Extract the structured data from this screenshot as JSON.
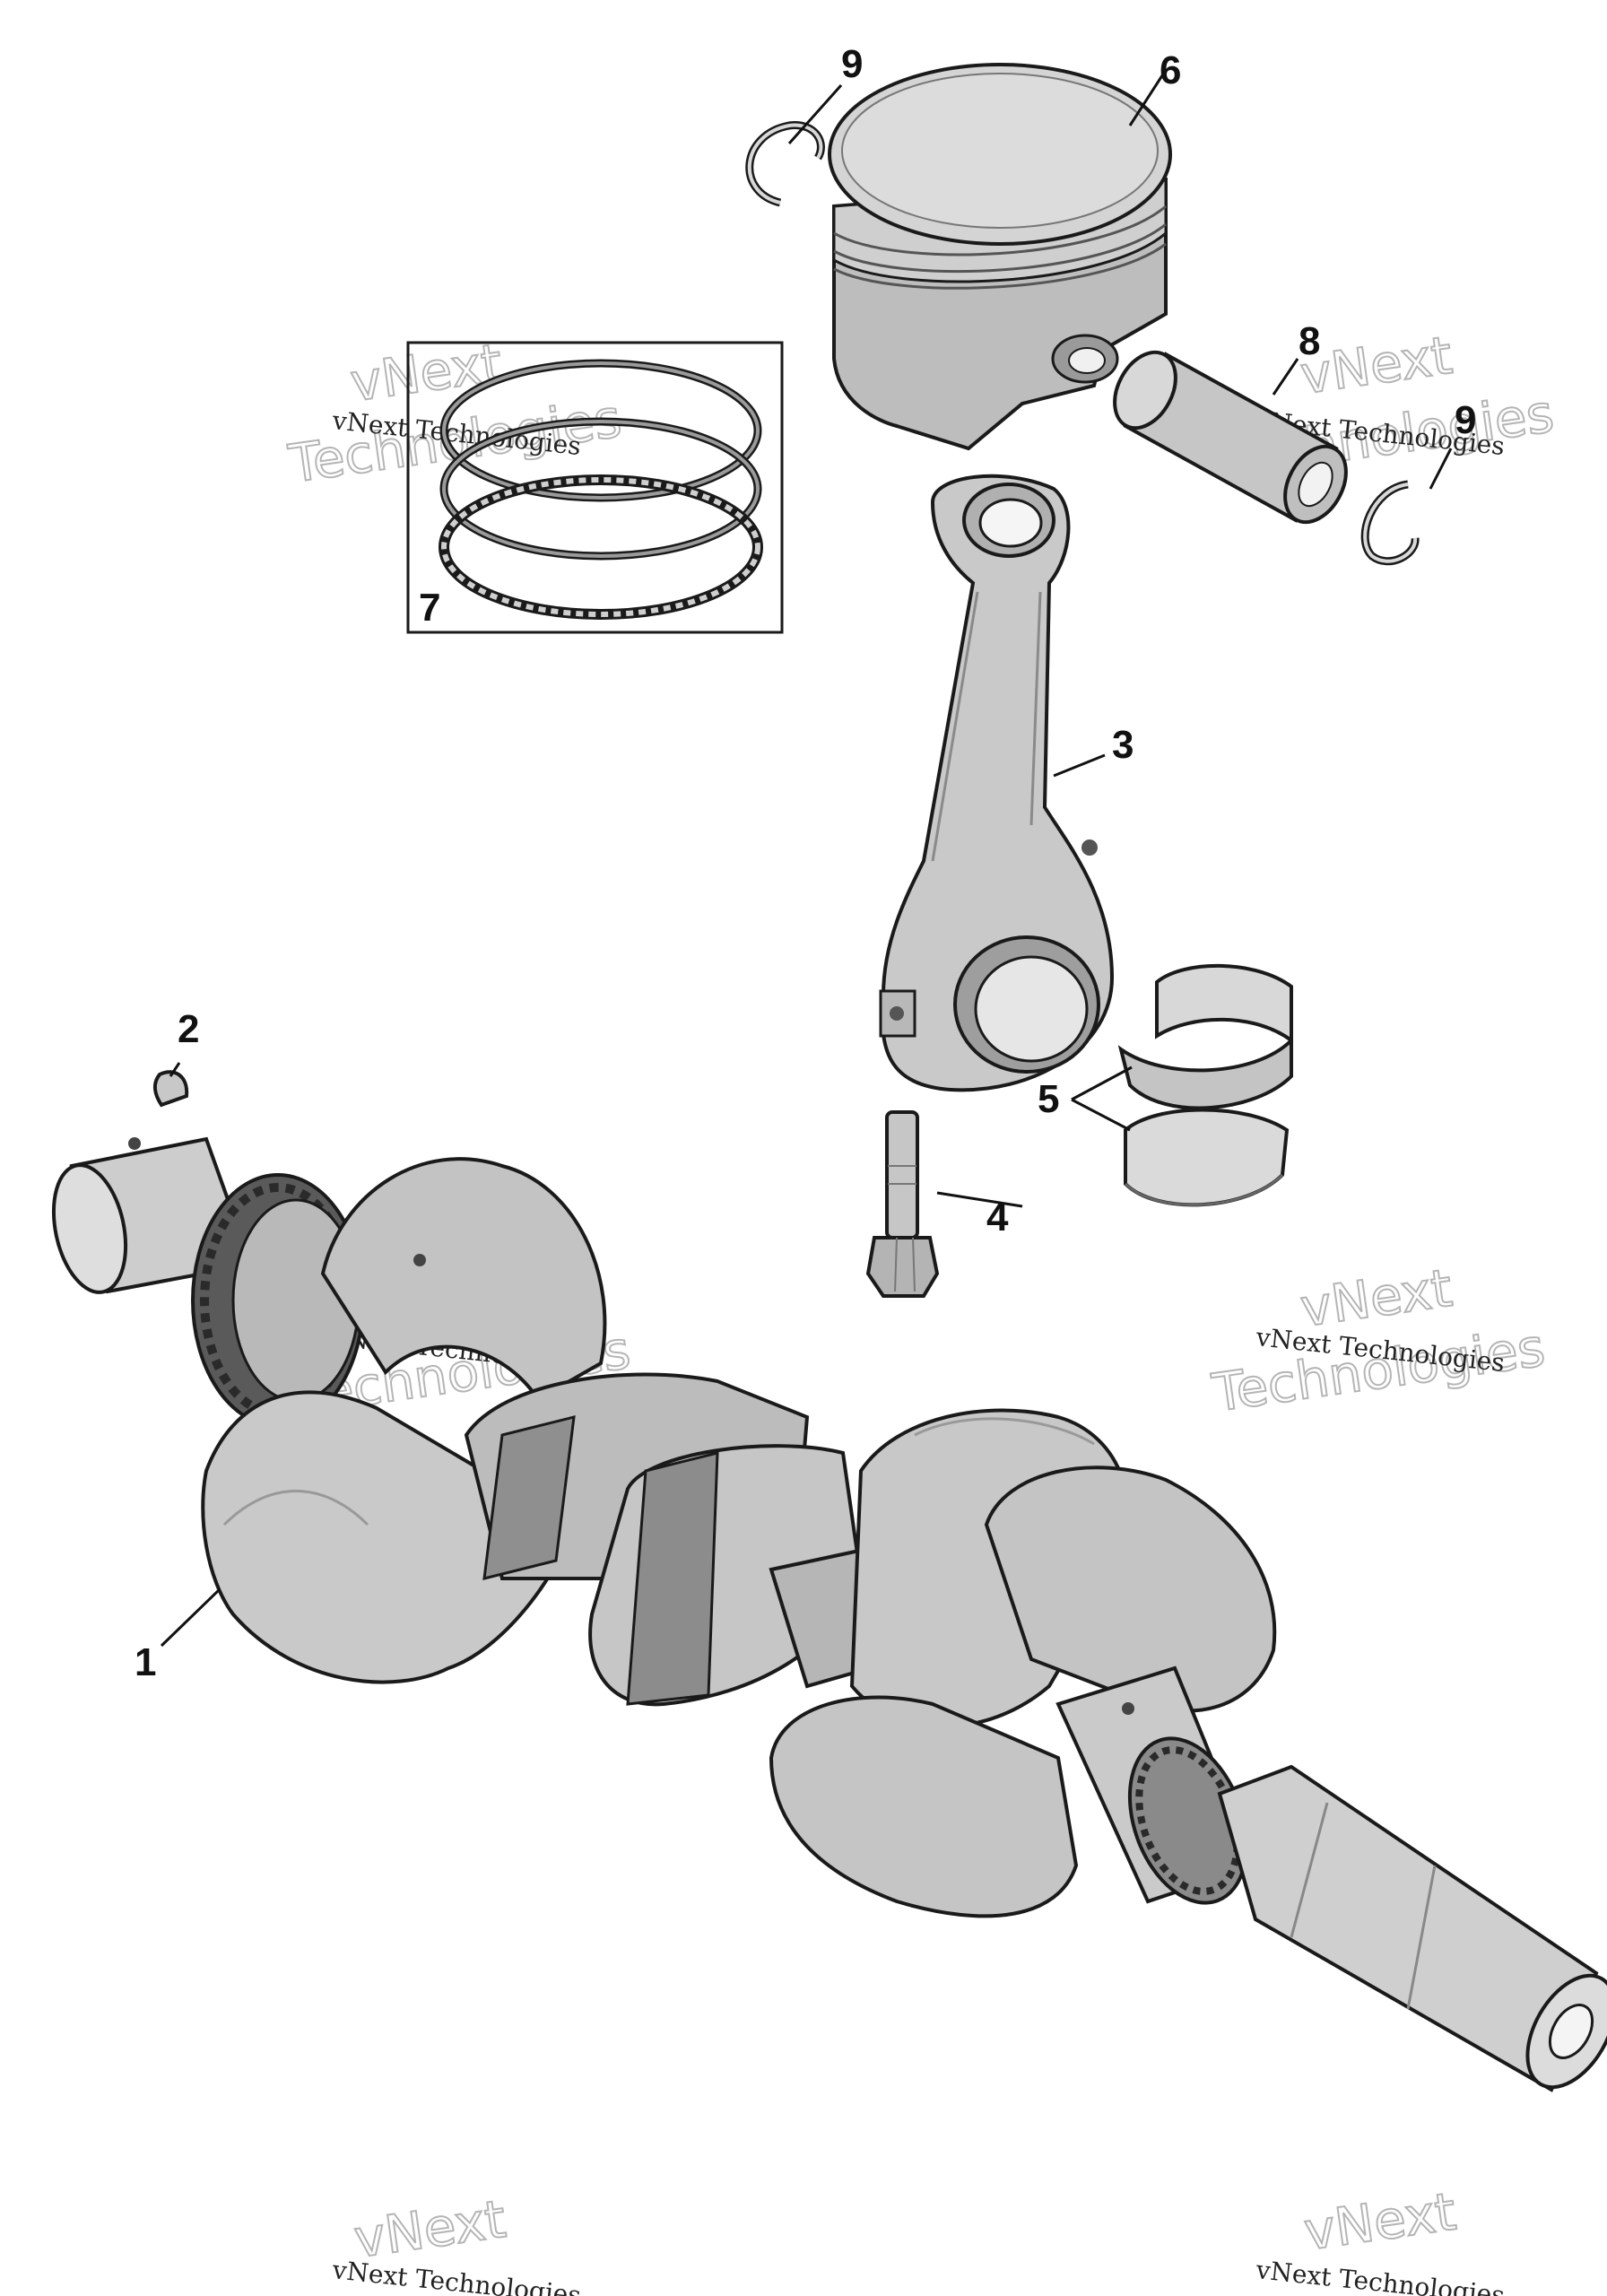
{
  "callouts": [
    {
      "id": "1",
      "text": "1"
    },
    {
      "id": "2",
      "text": "2"
    },
    {
      "id": "3",
      "text": "3"
    },
    {
      "id": "4",
      "text": "4"
    },
    {
      "id": "5",
      "text": "5"
    },
    {
      "id": "6",
      "text": "6"
    },
    {
      "id": "7",
      "text": "7"
    },
    {
      "id": "8",
      "text": "8"
    },
    {
      "id": "9a",
      "text": "9"
    },
    {
      "id": "9b",
      "text": "9"
    }
  ],
  "watermark": {
    "line1": "vNext",
    "line2": "Technologies",
    "caption": "vNext Technologies"
  },
  "colors": {
    "part_fill": "#c9c9c9",
    "part_shade": "#9d9d9d",
    "part_light": "#e4e4e4",
    "outline": "#1a1a1a"
  }
}
